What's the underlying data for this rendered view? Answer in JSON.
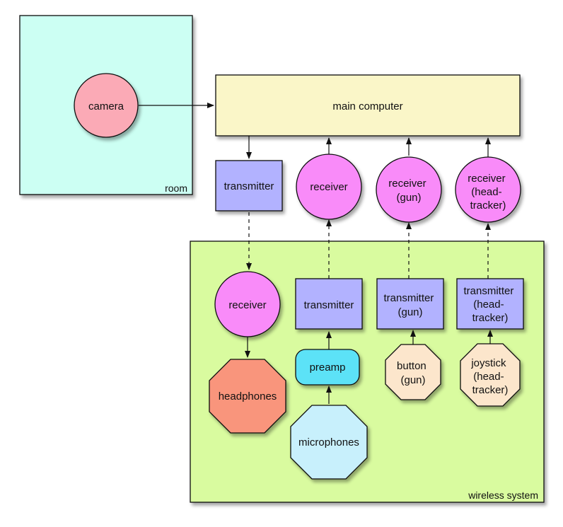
{
  "groups": {
    "room": {
      "label": "room",
      "fill": "#ccfff3"
    },
    "wireless": {
      "label": "wireless system",
      "fill": "#d9fb9f"
    }
  },
  "nodes": {
    "camera": {
      "lines": [
        "camera"
      ],
      "fill": "#fbaab6"
    },
    "main_computer": {
      "lines": [
        "main computer"
      ],
      "fill": "#faf6c8"
    },
    "transmitter_top": {
      "lines": [
        "transmitter"
      ],
      "fill": "#b2b2ff"
    },
    "receiver_top": {
      "lines": [
        "receiver"
      ],
      "fill": "#f98bf9"
    },
    "receiver_gun": {
      "lines": [
        "receiver",
        "(gun)"
      ],
      "fill": "#f98bf9"
    },
    "receiver_headtracker": {
      "lines": [
        "receiver",
        "(head-",
        "tracker)"
      ],
      "fill": "#f98bf9"
    },
    "receiver_bottom": {
      "lines": [
        "receiver"
      ],
      "fill": "#f98bf9"
    },
    "transmitter_mid": {
      "lines": [
        "transmitter"
      ],
      "fill": "#b2b2ff"
    },
    "transmitter_gun": {
      "lines": [
        "transmitter",
        "(gun)"
      ],
      "fill": "#b2b2ff"
    },
    "transmitter_headtracker": {
      "lines": [
        "transmitter",
        "(head-",
        "tracker)"
      ],
      "fill": "#b2b2ff"
    },
    "headphones": {
      "lines": [
        "headphones"
      ],
      "fill": "#f9957c"
    },
    "preamp": {
      "lines": [
        "preamp"
      ],
      "fill": "#5be2f7"
    },
    "microphones": {
      "lines": [
        "microphones"
      ],
      "fill": "#c8f0fc"
    },
    "button_gun": {
      "lines": [
        "button",
        "(gun)"
      ],
      "fill": "#fce6cc"
    },
    "joystick": {
      "lines": [
        "joystick",
        "(head-",
        "tracker)"
      ],
      "fill": "#fce6cc"
    }
  },
  "style": {
    "stroke": "#111111",
    "shadow": "#b8b8b8"
  }
}
